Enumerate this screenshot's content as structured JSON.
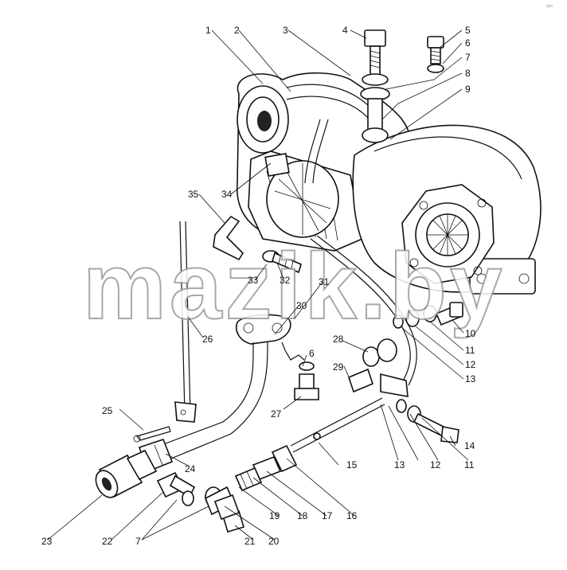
{
  "watermark": "mazik.by",
  "corner_mark": "ᵗᵍᵒᵒ",
  "callouts": [
    {
      "id": "c1",
      "text": "1"
    },
    {
      "id": "c2",
      "text": "2"
    },
    {
      "id": "c3",
      "text": "3"
    },
    {
      "id": "c4",
      "text": "4"
    },
    {
      "id": "c5",
      "text": "5"
    },
    {
      "id": "c6a",
      "text": "6"
    },
    {
      "id": "c7a",
      "text": "7"
    },
    {
      "id": "c8",
      "text": "8"
    },
    {
      "id": "c9",
      "text": "9"
    },
    {
      "id": "c10",
      "text": "10"
    },
    {
      "id": "c11a",
      "text": "11"
    },
    {
      "id": "c12a",
      "text": "12"
    },
    {
      "id": "c13a",
      "text": "13"
    },
    {
      "id": "c14",
      "text": "14"
    },
    {
      "id": "c15",
      "text": "15"
    },
    {
      "id": "c16",
      "text": "16"
    },
    {
      "id": "c17",
      "text": "17"
    },
    {
      "id": "c18",
      "text": "18"
    },
    {
      "id": "c19",
      "text": "19"
    },
    {
      "id": "c20",
      "text": "20"
    },
    {
      "id": "c21",
      "text": "21"
    },
    {
      "id": "c22",
      "text": "22"
    },
    {
      "id": "c23",
      "text": "23"
    },
    {
      "id": "c24",
      "text": "24"
    },
    {
      "id": "c25",
      "text": "25"
    },
    {
      "id": "c26",
      "text": "26"
    },
    {
      "id": "c27",
      "text": "27"
    },
    {
      "id": "c28",
      "text": "28"
    },
    {
      "id": "c29",
      "text": "29"
    },
    {
      "id": "c30",
      "text": "30"
    },
    {
      "id": "c31",
      "text": "31"
    },
    {
      "id": "c32",
      "text": "32"
    },
    {
      "id": "c33",
      "text": "33"
    },
    {
      "id": "c34",
      "text": "34"
    },
    {
      "id": "c35",
      "text": "35"
    },
    {
      "id": "c6b",
      "text": "6"
    },
    {
      "id": "c13b",
      "text": "13"
    },
    {
      "id": "c12b",
      "text": "12"
    },
    {
      "id": "c11b",
      "text": "11"
    },
    {
      "id": "c7b",
      "text": "7"
    }
  ]
}
